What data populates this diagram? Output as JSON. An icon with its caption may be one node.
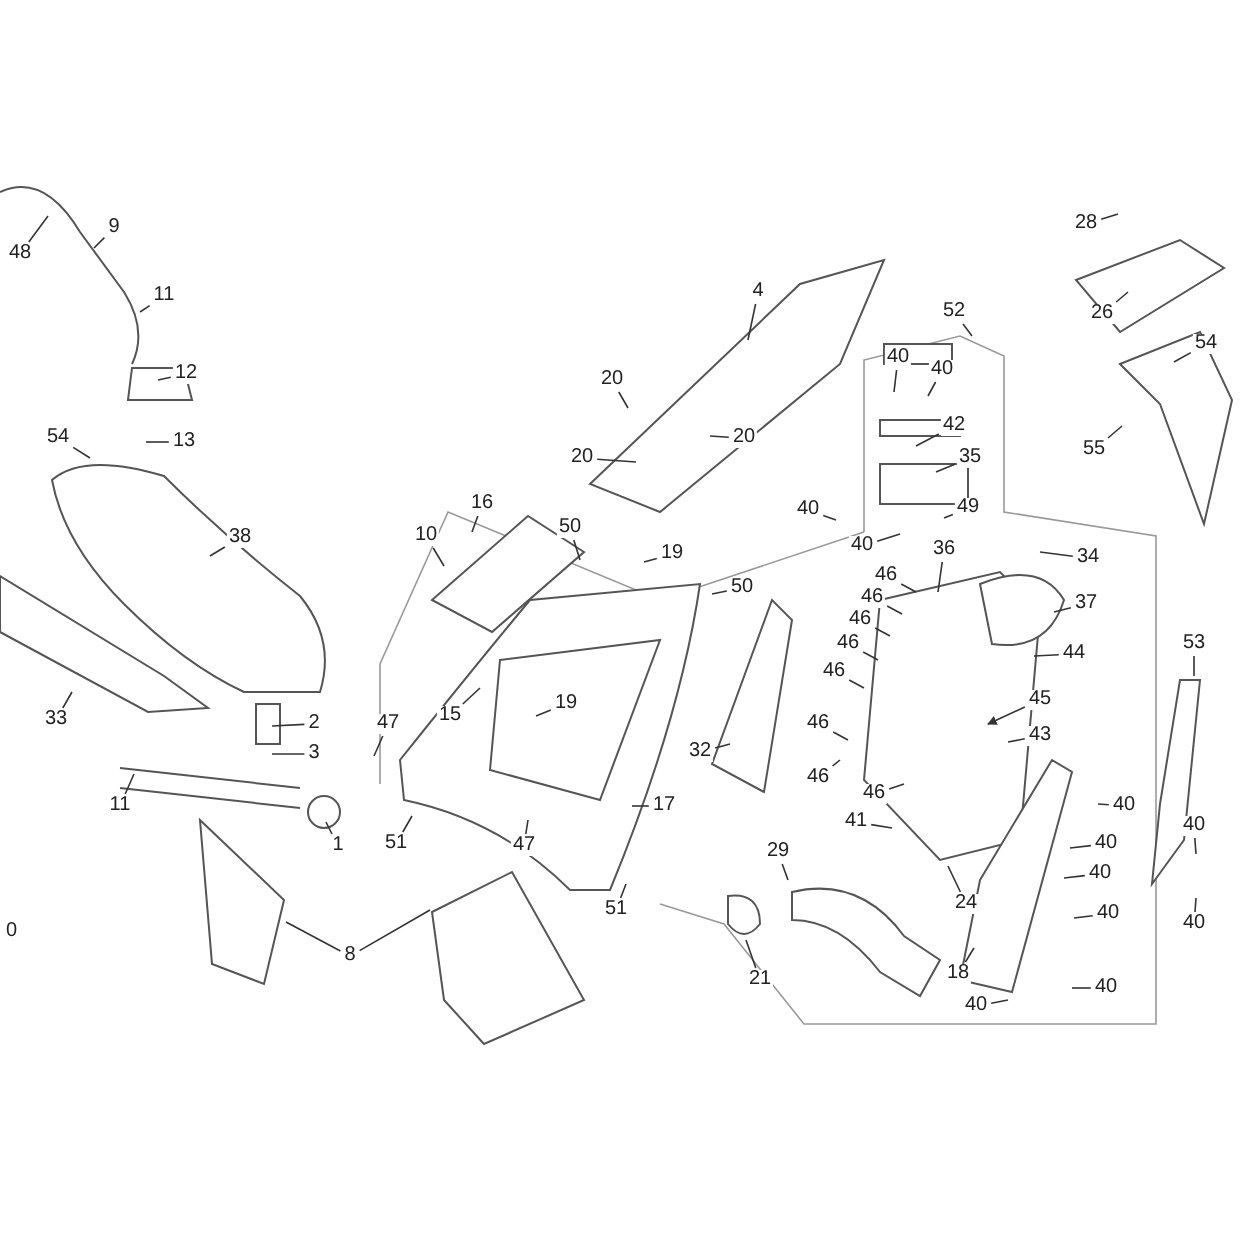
{
  "diagram": {
    "nodes": [
      {
        "text": [
          "48"
        ]
      },
      {
        "text": [
          "9"
        ]
      },
      {
        "text": [
          "11"
        ]
      },
      {
        "text": [
          "4"
        ]
      },
      {
        "text": [
          "52"
        ]
      },
      {
        "text": [
          "28"
        ]
      },
      {
        "text": [
          "26"
        ]
      },
      {
        "text": [
          "40"
        ]
      },
      {
        "text": [
          "40"
        ]
      },
      {
        "text": [
          "12"
        ]
      },
      {
        "text": [
          "20"
        ]
      },
      {
        "text": [
          "54"
        ]
      },
      {
        "text": [
          "42"
        ]
      },
      {
        "text": [
          "54"
        ]
      },
      {
        "text": [
          "13"
        ]
      },
      {
        "text": [
          "20"
        ]
      },
      {
        "text": [
          "20"
        ]
      },
      {
        "text": [
          "35"
        ]
      },
      {
        "text": [
          "55"
        ]
      },
      {
        "text": [
          "16"
        ]
      },
      {
        "text": [
          "40"
        ]
      },
      {
        "text": [
          "49"
        ]
      },
      {
        "text": [
          "10"
        ]
      },
      {
        "text": [
          "50"
        ]
      },
      {
        "text": [
          "38"
        ]
      },
      {
        "text": [
          "40"
        ]
      },
      {
        "text": [
          "36"
        ]
      },
      {
        "text": [
          "19"
        ]
      },
      {
        "text": [
          "34"
        ]
      },
      {
        "text": [
          "46"
        ]
      },
      {
        "text": [
          "50"
        ]
      },
      {
        "text": [
          "46"
        ]
      },
      {
        "text": [
          "37"
        ]
      },
      {
        "text": [
          "46"
        ]
      },
      {
        "text": [
          "53"
        ]
      },
      {
        "text": [
          "46"
        ]
      },
      {
        "text": [
          "44"
        ]
      },
      {
        "text": [
          "46"
        ]
      },
      {
        "text": [
          "45"
        ]
      },
      {
        "text": [
          "19"
        ]
      },
      {
        "text": [
          "15"
        ]
      },
      {
        "text": [
          "33"
        ]
      },
      {
        "text": [
          "2"
        ]
      },
      {
        "text": [
          "47"
        ]
      },
      {
        "text": [
          "46"
        ]
      },
      {
        "text": [
          "43"
        ]
      },
      {
        "text": [
          "32"
        ]
      },
      {
        "text": [
          "3"
        ]
      },
      {
        "text": [
          "46"
        ]
      },
      {
        "text": [
          "46"
        ]
      },
      {
        "text": [
          "17"
        ]
      },
      {
        "text": [
          "11"
        ]
      },
      {
        "text": [
          "40"
        ]
      },
      {
        "text": [
          "41"
        ]
      },
      {
        "text": [
          "40"
        ]
      },
      {
        "text": [
          "1"
        ]
      },
      {
        "text": [
          "51"
        ]
      },
      {
        "text": [
          "47"
        ]
      },
      {
        "text": [
          "40"
        ]
      },
      {
        "text": [
          "29"
        ]
      },
      {
        "text": [
          "40"
        ]
      },
      {
        "text": [
          "24"
        ]
      },
      {
        "text": [
          "51"
        ]
      },
      {
        "text": [
          "40"
        ]
      },
      {
        "text": [
          "40"
        ]
      },
      {
        "text": [
          "8"
        ]
      },
      {
        "text": [
          "18"
        ]
      },
      {
        "text": [
          "21"
        ]
      },
      {
        "text": [
          "40"
        ]
      },
      {
        "text": [
          "40"
        ]
      }
    ],
    "edges": [
      {
        "from": 0,
        "to": null,
        "arrow": "none"
      },
      {
        "from": 1,
        "to": null,
        "arrow": "none"
      },
      {
        "from": 2,
        "to": null,
        "arrow": "none"
      },
      {
        "from": 3,
        "to": null,
        "arrow": "none"
      },
      {
        "from": 4,
        "to": null,
        "arrow": "none"
      },
      {
        "from": 5,
        "to": null,
        "arrow": "none"
      },
      {
        "from": 6,
        "to": null,
        "arrow": "none"
      },
      {
        "from": 7,
        "to": null,
        "arrow": "none"
      },
      {
        "from": 8,
        "to": null,
        "arrow": "none"
      },
      {
        "from": 9,
        "to": null,
        "arrow": "none"
      },
      {
        "from": 10,
        "to": null,
        "arrow": "none"
      },
      {
        "from": 11,
        "to": null,
        "arrow": "none"
      },
      {
        "from": 12,
        "to": null,
        "arrow": "none"
      },
      {
        "from": 13,
        "to": null,
        "arrow": "none"
      },
      {
        "from": 14,
        "to": null,
        "arrow": "none"
      },
      {
        "from": 15,
        "to": null,
        "arrow": "none"
      },
      {
        "from": 16,
        "to": null,
        "arrow": "none"
      },
      {
        "from": 17,
        "to": null,
        "arrow": "none"
      },
      {
        "from": 18,
        "to": null,
        "arrow": "none"
      },
      {
        "from": 19,
        "to": null,
        "arrow": "none"
      },
      {
        "from": 20,
        "to": null,
        "arrow": "none"
      },
      {
        "from": 21,
        "to": null,
        "arrow": "none"
      },
      {
        "from": 22,
        "to": null,
        "arrow": "none"
      },
      {
        "from": 23,
        "to": null,
        "arrow": "none"
      },
      {
        "from": 24,
        "to": null,
        "arrow": "none"
      },
      {
        "from": 25,
        "to": null,
        "arrow": "none"
      },
      {
        "from": 26,
        "to": null,
        "arrow": "none"
      },
      {
        "from": 27,
        "to": null,
        "arrow": "none"
      },
      {
        "from": 28,
        "to": null,
        "arrow": "none"
      },
      {
        "from": 29,
        "to": null,
        "arrow": "none"
      },
      {
        "from": 30,
        "to": null,
        "arrow": "none"
      },
      {
        "from": 31,
        "to": null,
        "arrow": "none"
      },
      {
        "from": 32,
        "to": null,
        "arrow": "none"
      },
      {
        "from": 33,
        "to": null,
        "arrow": "none"
      },
      {
        "from": 34,
        "to": null,
        "arrow": "none"
      },
      {
        "from": 35,
        "to": null,
        "arrow": "none"
      },
      {
        "from": 36,
        "to": null,
        "arrow": "none"
      },
      {
        "from": 37,
        "to": null,
        "arrow": "none"
      },
      {
        "from": 38,
        "to": null,
        "arrow": "to"
      },
      {
        "from": 39,
        "to": null,
        "arrow": "none"
      },
      {
        "from": 40,
        "to": null,
        "arrow": "none"
      },
      {
        "from": 41,
        "to": null,
        "arrow": "none"
      },
      {
        "from": 42,
        "to": null,
        "arrow": "none"
      },
      {
        "from": 43,
        "to": null,
        "arrow": "none"
      },
      {
        "from": 44,
        "to": null,
        "arrow": "none"
      },
      {
        "from": 45,
        "to": null,
        "arrow": "none"
      },
      {
        "from": 46,
        "to": null,
        "arrow": "none"
      },
      {
        "from": 47,
        "to": null,
        "arrow": "none"
      },
      {
        "from": 48,
        "to": null,
        "arrow": "none"
      },
      {
        "from": 49,
        "to": null,
        "arrow": "none"
      },
      {
        "from": 50,
        "to": null,
        "arrow": "none"
      },
      {
        "from": 51,
        "to": null,
        "arrow": "none"
      },
      {
        "from": 52,
        "to": null,
        "arrow": "none"
      },
      {
        "from": 53,
        "to": null,
        "arrow": "none"
      },
      {
        "from": 54,
        "to": null,
        "arrow": "none"
      },
      {
        "from": 55,
        "to": null,
        "arrow": "none"
      },
      {
        "from": 56,
        "to": null,
        "arrow": "none"
      },
      {
        "from": 57,
        "to": null,
        "arrow": "none"
      },
      {
        "from": 58,
        "to": null,
        "arrow": "none"
      },
      {
        "from": 59,
        "to": null,
        "arrow": "none"
      },
      {
        "from": 60,
        "to": null,
        "arrow": "none"
      },
      {
        "from": 61,
        "to": null,
        "arrow": "none"
      },
      {
        "from": 62,
        "to": null,
        "arrow": "none"
      },
      {
        "from": 63,
        "to": null,
        "arrow": "none"
      },
      {
        "from": 64,
        "to": null,
        "arrow": "none"
      },
      {
        "from": 65,
        "to": null,
        "arrow": "none"
      },
      {
        "from": 65,
        "to": null,
        "arrow": "none"
      },
      {
        "from": 66,
        "to": null,
        "arrow": "none"
      },
      {
        "from": 67,
        "to": null,
        "arrow": "none"
      },
      {
        "from": 68,
        "to": null,
        "arrow": "none"
      },
      {
        "from": 69,
        "to": null,
        "arrow": "none"
      }
    ],
    "labels": [
      "0"
    ]
  }
}
